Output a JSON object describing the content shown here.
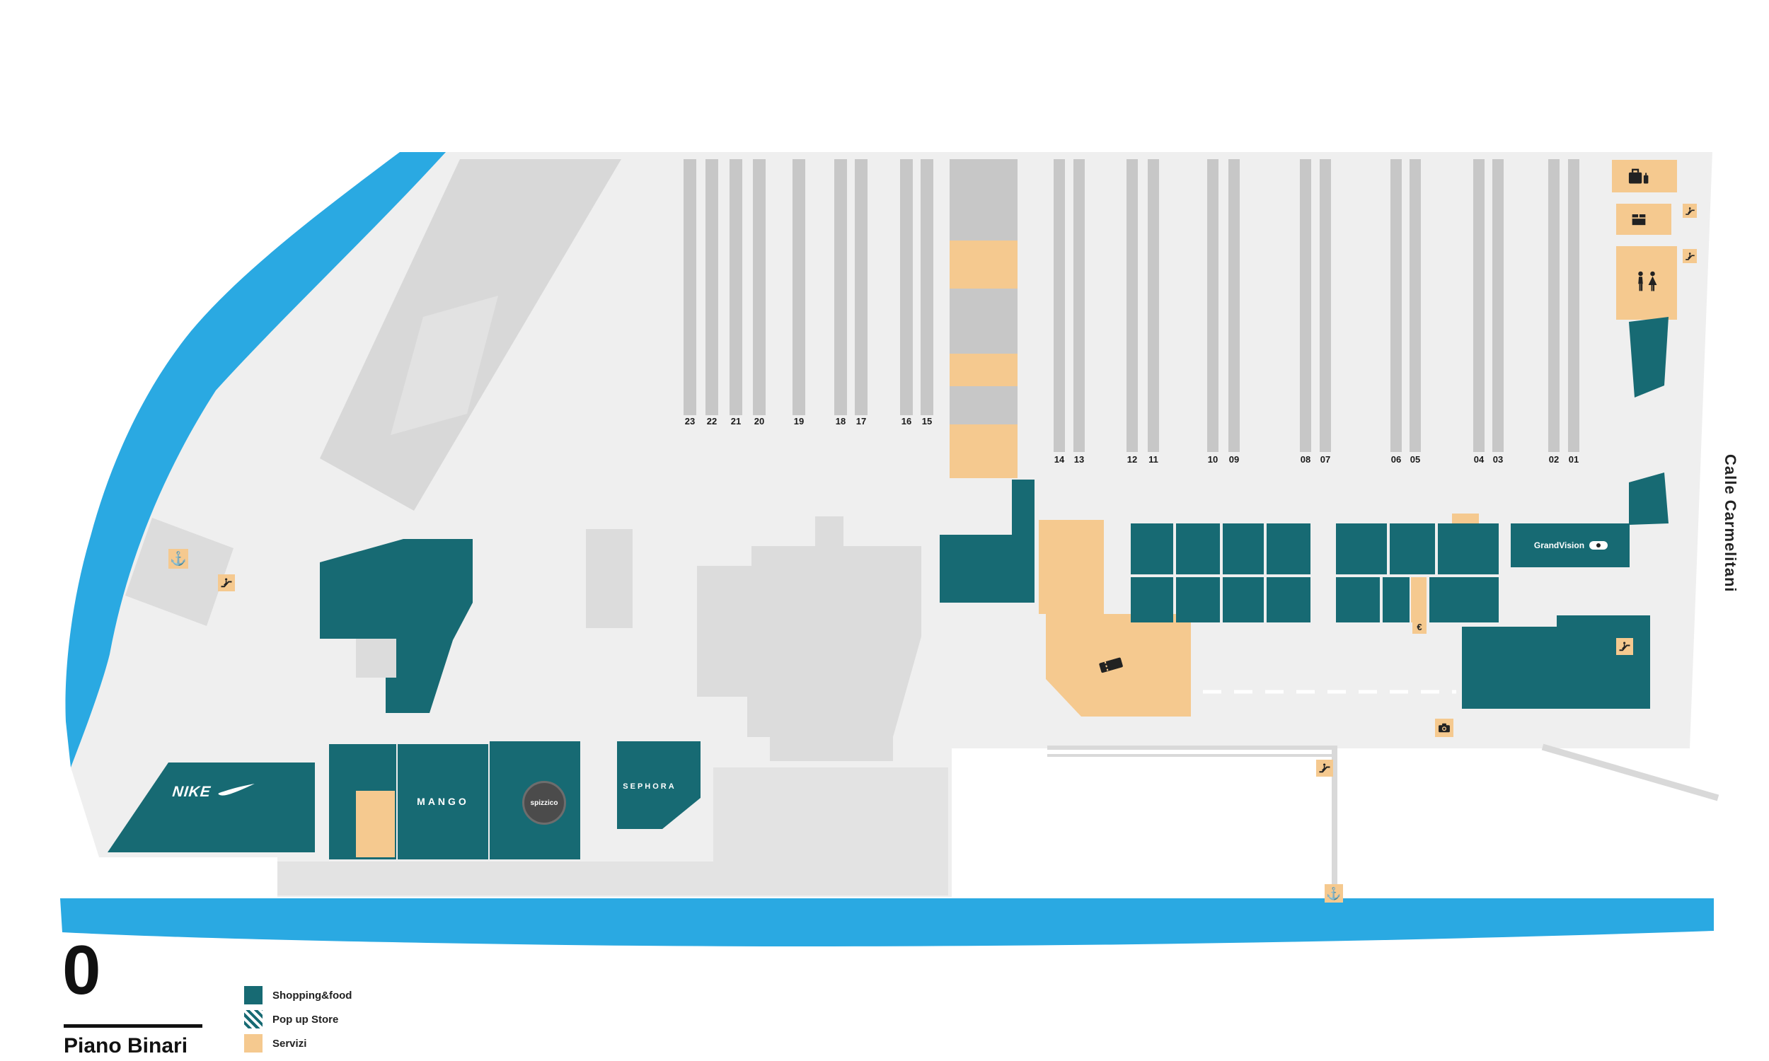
{
  "floor": {
    "number": "0",
    "label": "Piano Binari"
  },
  "street_label": "Calle Carmelitani",
  "legend": {
    "shopping": "Shopping&food",
    "popup": "Pop up Store",
    "servizi": "Servizi"
  },
  "platforms": {
    "west": [
      "23",
      "22",
      "21",
      "20",
      "19",
      "18",
      "17",
      "16",
      "15"
    ],
    "east": [
      "14",
      "13",
      "12",
      "11",
      "10",
      "09",
      "08",
      "07",
      "06",
      "05",
      "04",
      "03",
      "02",
      "01"
    ]
  },
  "stores": {
    "nike": "NIKE",
    "mango": "MANGO",
    "spizzico": "spizzico",
    "sephora": "SEPHORA",
    "grandvision": "GrandVision"
  },
  "icons": {
    "anchor": "⚓",
    "euro": "€",
    "names": [
      "vaporetto-anchor",
      "escalator",
      "restrooms",
      "luggage",
      "parcel",
      "tickets",
      "atm-euro",
      "photo-point"
    ]
  },
  "colors": {
    "teal": "#176a73",
    "servizi": "#f5c98f",
    "water": "#2aa9e2",
    "floor": "#efefef",
    "dark_shape": "#dcdcdc",
    "platform": "#c7c7c7"
  }
}
